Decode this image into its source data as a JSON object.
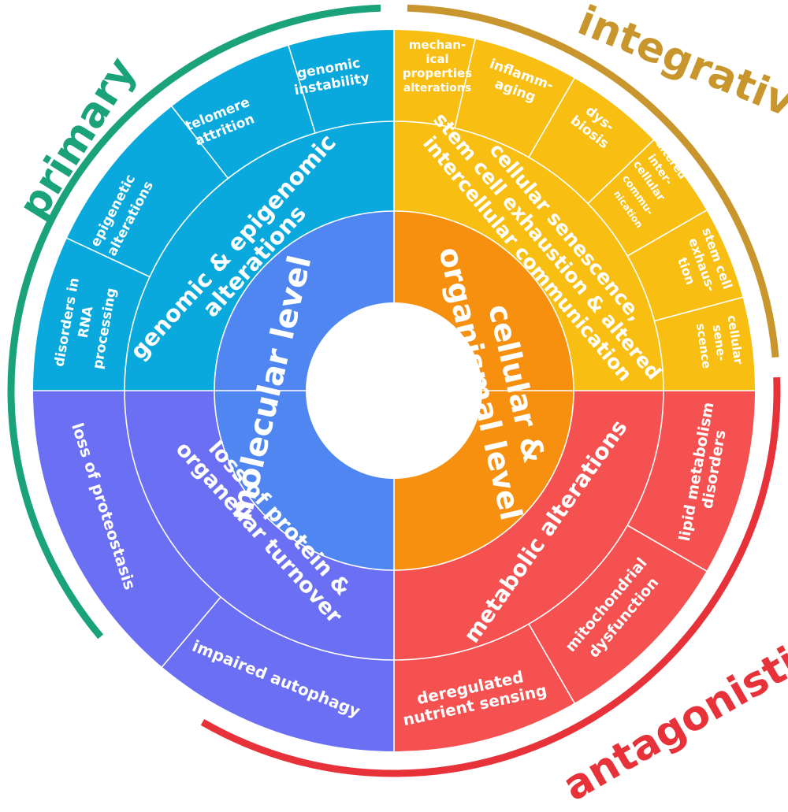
{
  "outer_arcs": [
    {
      "id": "primary",
      "label": "primary",
      "color": "#1aa27a"
    },
    {
      "id": "integrative",
      "label": "integrative",
      "color": "#c8962c"
    },
    {
      "id": "antagonistic",
      "label": "antagonistic",
      "color": "#e8323a"
    }
  ],
  "quadrants": {
    "tl": {
      "fill": "#0aa9dd",
      "inner_fill": "#4f86f2"
    },
    "tr": {
      "fill": "#f9be12",
      "inner_fill": "#f7900e"
    },
    "bl": {
      "fill": "#6b6ff3",
      "inner_fill": "#4f86f2"
    },
    "br": {
      "fill": "#f45150",
      "inner_fill": "#f7900e"
    }
  },
  "inner_labels": {
    "molecular": [
      "molecular level"
    ],
    "cellular": [
      "cellular &",
      "organismal level"
    ]
  },
  "middle_labels": {
    "genomic": [
      "genomic & epigenomic",
      "alterations"
    ],
    "cellular_senescence": [
      "cellular senescence,",
      "stem cell exhaustion & altered",
      "intercellular communication"
    ],
    "protein": [
      "loss of protein &",
      "organellar turnover"
    ],
    "metabolic": [
      "metabolic alterations"
    ]
  },
  "outer_labels": {
    "genomic_instability": [
      "genomic",
      "instability"
    ],
    "telomere_attrition": [
      "telomere",
      "attrition"
    ],
    "epigenetic_alterations": [
      "epigenetic",
      "alterations"
    ],
    "disorders_rna": [
      "disorders in",
      "RNA",
      "processing"
    ],
    "mechanical": [
      "mechan-",
      "ical",
      "properties",
      "alterations"
    ],
    "inflammaging": [
      "inflamm-",
      "aging"
    ],
    "dysbiosis": [
      "dys-",
      "biosis"
    ],
    "altered_intercellular": [
      "altered",
      "inter-",
      "cellular",
      "commu-",
      "nication"
    ],
    "stem_cell_exhaustion": [
      "stem cell",
      "exhaus-",
      "tion"
    ],
    "cellular_senescence_small": [
      "cellular",
      "sene-",
      "scence"
    ],
    "loss_proteostasis": [
      "loss of proteostasis"
    ],
    "impaired_autophagy": [
      "impaired autophagy"
    ],
    "lipid_metabolism": [
      "lipid metabolism",
      "disorders"
    ],
    "mitochondrial": [
      "mitochondrial",
      "dysfunction"
    ],
    "deregulated_nutrient": [
      "deregulated",
      "nutrient sensing"
    ]
  }
}
